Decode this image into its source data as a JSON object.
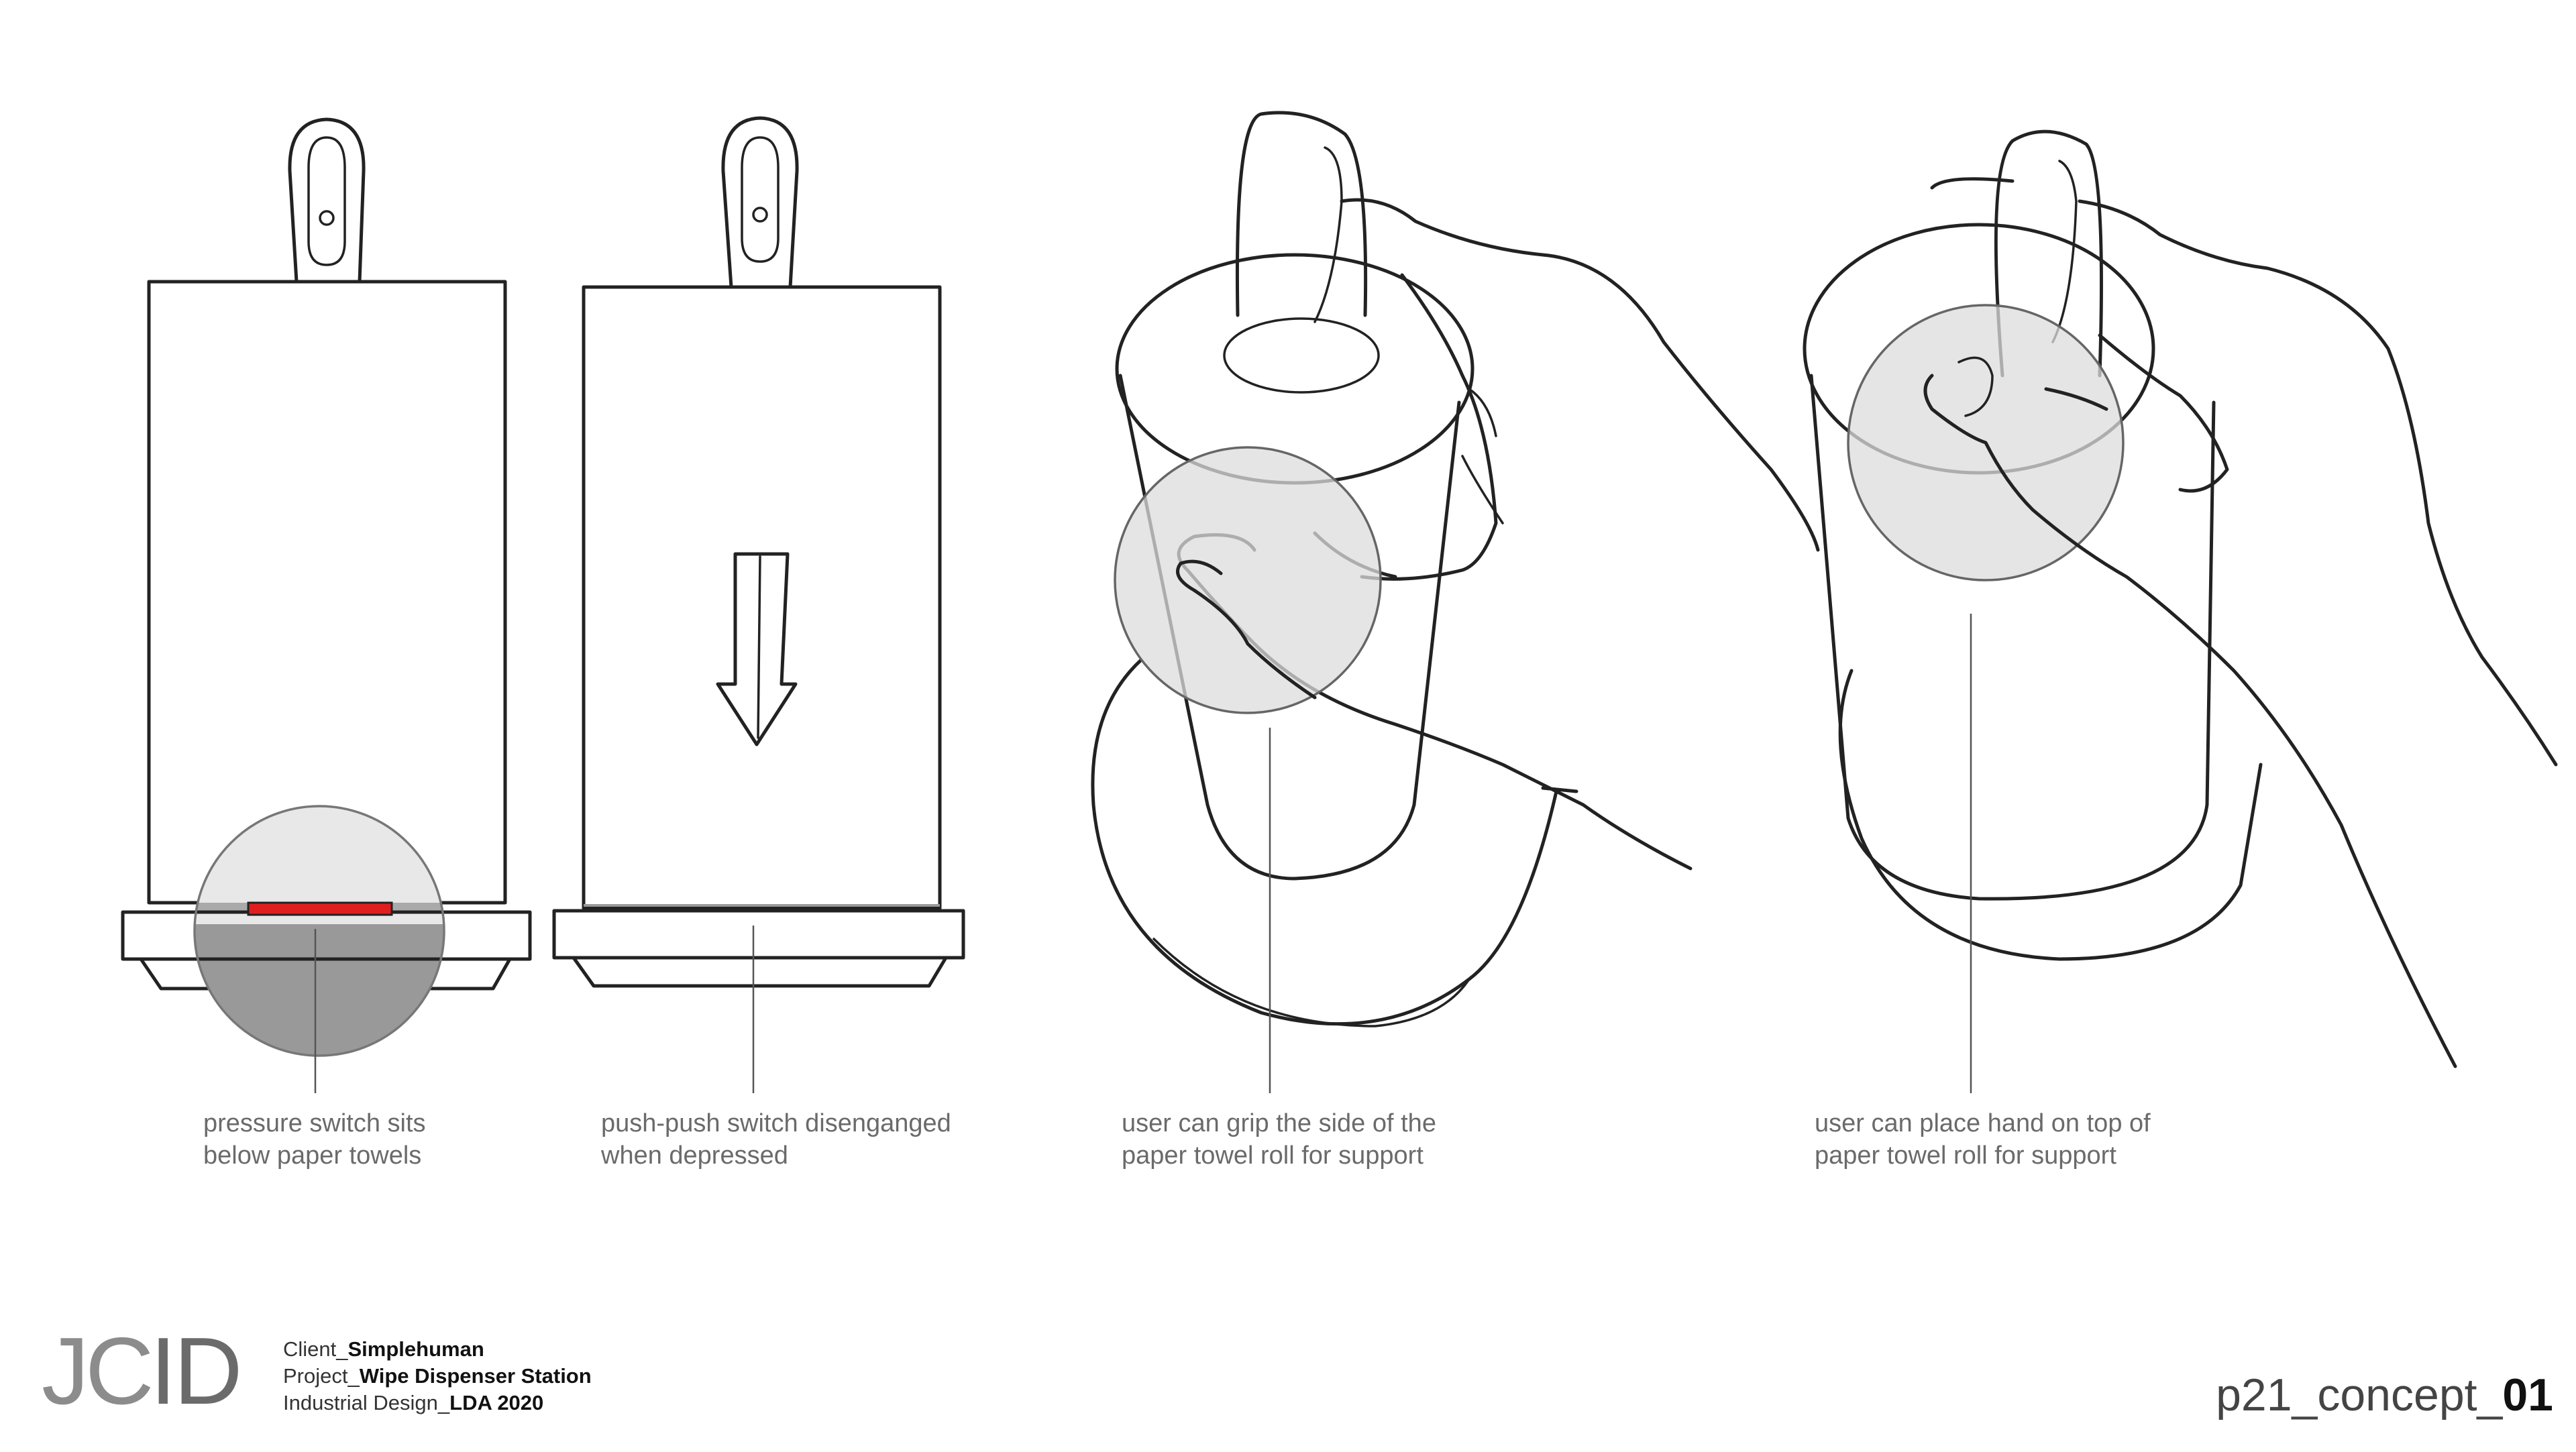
{
  "captions": [
    {
      "id": "pressure-switch",
      "lines": [
        "pressure switch sits",
        "below paper towels"
      ]
    },
    {
      "id": "push-switch",
      "lines": [
        "push-push switch disenganged",
        "when depressed"
      ]
    },
    {
      "id": "grip-side",
      "lines": [
        "user can grip the side of the",
        "paper towel roll for support"
      ]
    },
    {
      "id": "hand-top",
      "lines": [
        "user can place hand on top of",
        "paper towel roll for support"
      ]
    }
  ],
  "logo": {
    "part1": "JC",
    "part2": "ID"
  },
  "project_info": {
    "client_label": "Client_",
    "client_value": "Simplehuman",
    "project_label": "Project_",
    "project_value": "Wipe Dispenser Station",
    "design_label": "Industrial Design_",
    "design_value": "LDA 2020"
  },
  "page_id": {
    "prefix": "p21_concept_",
    "number": "01"
  },
  "colors": {
    "switch_highlight": "#e01e1e",
    "callout_fill": "#e2e2e2",
    "callout_dark": "#999999",
    "line": "#222222"
  }
}
